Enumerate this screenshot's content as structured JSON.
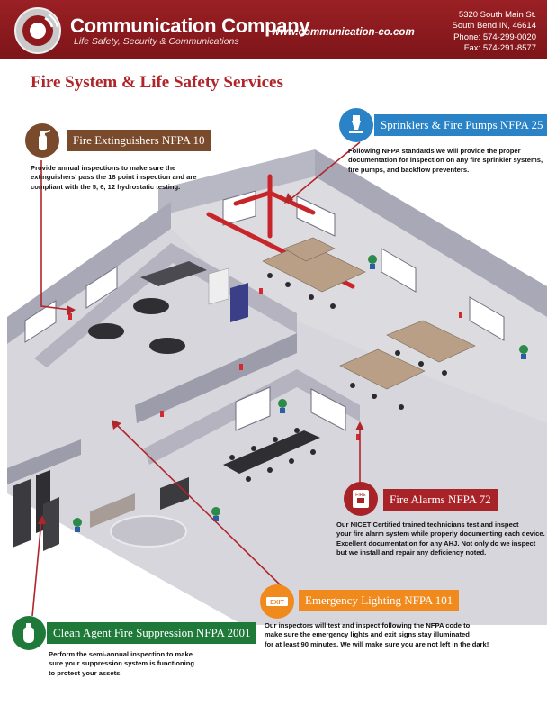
{
  "header": {
    "company": "Communication Company",
    "tagline": "Life Safety, Security & Communications",
    "website": "www.communication-co.com",
    "address": [
      "5320 South Main St.",
      "South Bend IN, 46614",
      "Phone: 574-299-0020",
      "Fax: 574-291-8577"
    ]
  },
  "page_title": "Fire System & Life Safety Services",
  "colors": {
    "brand_red": "#8e1a1e",
    "extinguisher_brown": "#7a4a2c",
    "sprinkler_blue": "#2a83c6",
    "alarm_red": "#a82328",
    "lighting_orange": "#f08a1d",
    "clean_agent_green": "#1f7a3a"
  },
  "services": [
    {
      "id": "extinguishers",
      "icon": "fire-extinguisher-icon",
      "label": "Fire Extinguishers NFPA 10",
      "lines": [
        "Provide annual inspections to make sure the",
        "extinguishers' pass the 18 point inspection and are",
        " compliant with the 5, 6, 12 hydrostatic testing."
      ]
    },
    {
      "id": "sprinklers",
      "icon": "sprinkler-head-icon",
      "label": "Sprinklers & Fire Pumps NFPA 25",
      "lines": [
        "Following NFPA standards we will provide the proper",
        "documentation for inspection on any fire sprinkler systems,",
        "fire pumps, and backflow preventers."
      ]
    },
    {
      "id": "alarms",
      "icon": "fire-alarm-icon",
      "icon_text": "FIRE",
      "label": "Fire Alarms NFPA 72",
      "lines": [
        "Our NICET Certified trained technicians test and inspect",
        "your fire alarm system while properly documenting each device.",
        "Excellent documentation for any AHJ. Not only do we inspect",
        "but we install and repair any deficiency noted."
      ]
    },
    {
      "id": "lighting",
      "icon": "exit-sign-icon",
      "icon_text": "EXIT",
      "label": "Emergency Lighting NFPA 101",
      "lines": [
        "Our inspectors will test and inspect following the NFPA code to",
        "make sure the emergency lights and exit signs stay illuminated",
        "for at least 90 minutes. We will make sure you are not left in the dark!"
      ]
    },
    {
      "id": "clean_agent",
      "icon": "clean-agent-tank-icon",
      "label": "Clean Agent Fire Suppression NFPA 2001",
      "lines": [
        "Perform the semi-annual inspection to make",
        "sure your suppression system is functioning",
        " to protect your assets."
      ]
    }
  ]
}
